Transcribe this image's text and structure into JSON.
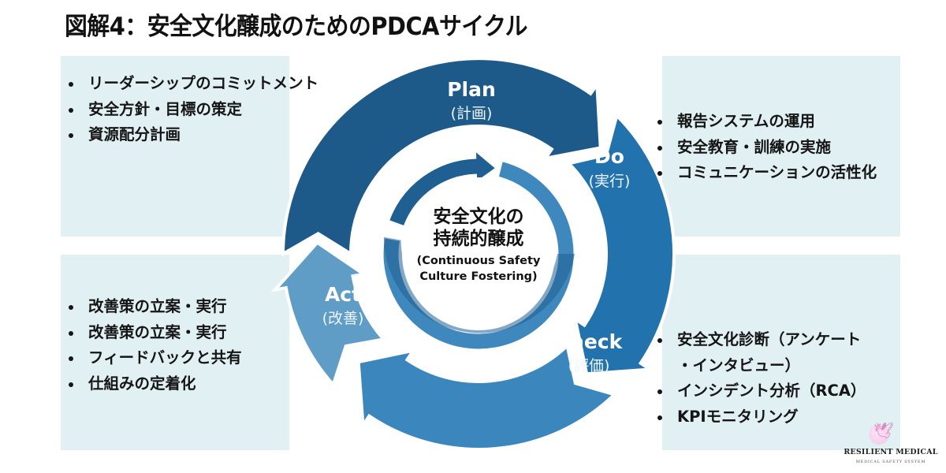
{
  "title": "図解4：安全文化醸成のためのPDCAサイクル",
  "colors": {
    "panel_bg": "#e1f0f2",
    "plan": "#1d5a8a",
    "do": "#2272ad",
    "check": "#3a86bd",
    "act": "#5f9cc6",
    "inner_ring_dark": "#1f5f92",
    "inner_ring_light": "#3f88bd"
  },
  "cycle": {
    "center": {
      "line1": "安全文化の",
      "line2": "持続的醸成",
      "line3": "(Continuous Safety",
      "line4": "Culture Fostering)"
    },
    "phases": [
      {
        "id": "plan",
        "label": "Plan",
        "sublabel": "(計画)"
      },
      {
        "id": "do",
        "label": "Do",
        "sublabel": "(実行)"
      },
      {
        "id": "check",
        "label": "Check",
        "sublabel": "(評価)"
      },
      {
        "id": "act",
        "label": "Act",
        "sublabel": "(改善)"
      }
    ]
  },
  "panels": {
    "plan": [
      "リーダーシップのコミットメント",
      "安全方針・目標の策定",
      "資源配分計画"
    ],
    "do": [
      "報告システムの運用",
      "安全教育・訓練の実施",
      "コミュニケーションの活性化"
    ],
    "check": [
      "安全文化診断（アンケート",
      "・インタビュー）",
      "インシデント分析（RCA）",
      "KPIモニタリング"
    ],
    "act": [
      "改善策の立案・実行",
      "改善策の立案・実行",
      "フィードバックと共有",
      "仕組みの定着化"
    ]
  },
  "logo": {
    "icon": "dove-icon",
    "name": "RESILIENT MEDICAL",
    "tagline": "MEDICAL SAFETY SYSTEM"
  }
}
